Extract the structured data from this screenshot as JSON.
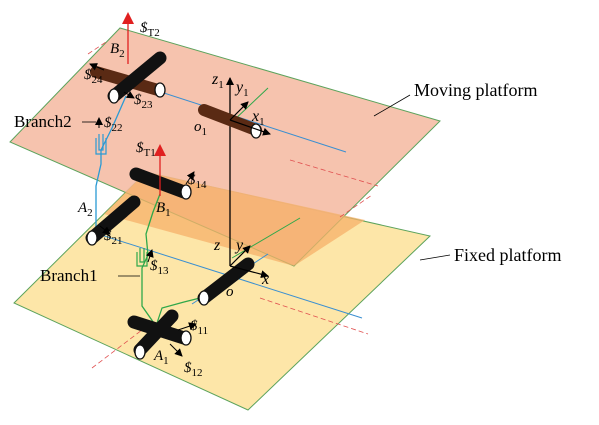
{
  "labels": {
    "moving_platform": "Moving platform",
    "fixed_platform": "Fixed platform",
    "branch1": "Branch1",
    "branch2": "Branch2"
  },
  "points": {
    "A1": "A",
    "A1_sub": "1",
    "A2": "A",
    "A2_sub": "2",
    "B1": "B",
    "B1_sub": "1",
    "B2": "B",
    "B2_sub": "2",
    "o1": "o",
    "o1_sub": "1",
    "o": "o"
  },
  "screws": {
    "s": "$",
    "s11": "11",
    "s12": "12",
    "s13": "13",
    "s14": "14",
    "s21": "21",
    "s22": "22",
    "s23": "23",
    "s24": "24",
    "sT1": "T1",
    "sT2": "T2"
  },
  "axes": {
    "x": "x",
    "y": "y",
    "z": "z",
    "x1": "x",
    "y1": "y",
    "z1": "z",
    "sub1": "1"
  },
  "colors": {
    "moving_platform_fill": "#f4b8a0",
    "fixed_platform_fill": "#fde6a8",
    "overlap_fill": "#f5b06a",
    "platform_edge": "#5ca35c",
    "axis_line": "#3a8fd1",
    "branch1": "#2fa84a",
    "branch2": "#2a9ad4",
    "twist_arrow": "#e02020",
    "dash_red": "#e05050",
    "joint_black": "#111111",
    "joint_brown": "#5a2a14"
  }
}
